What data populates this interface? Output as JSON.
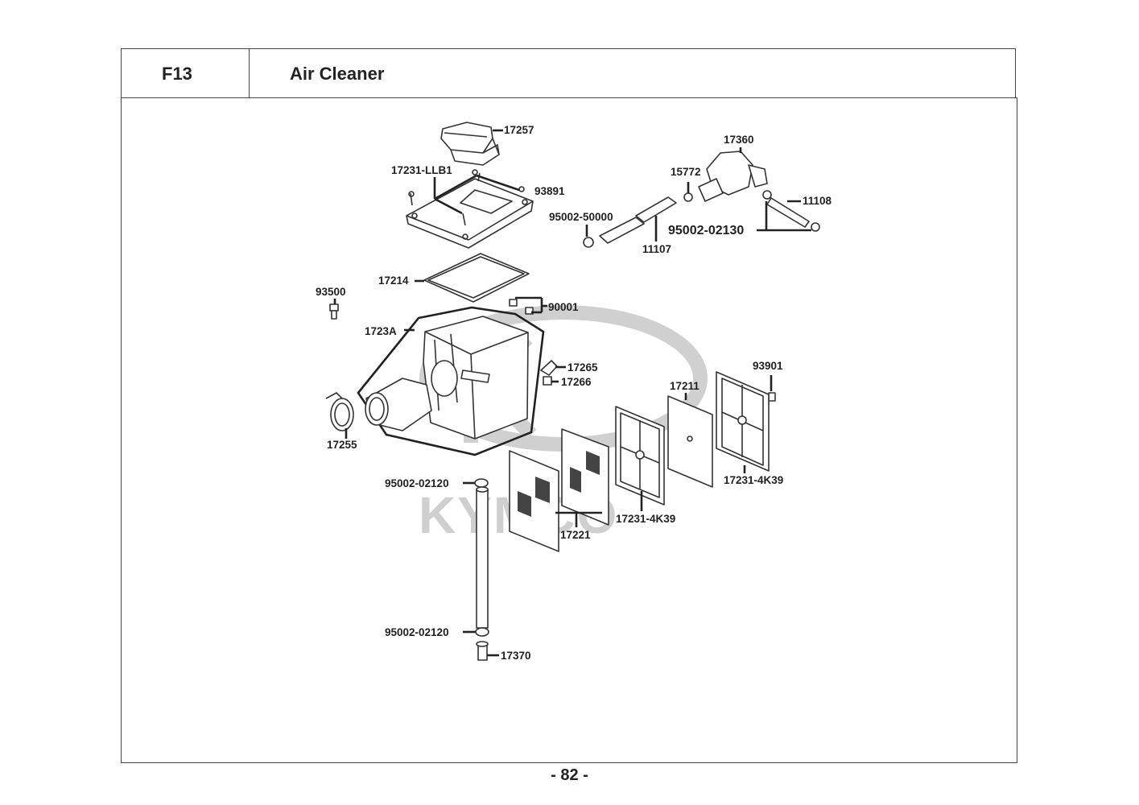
{
  "header": {
    "code": "F13",
    "title": "Air Cleaner"
  },
  "page_number": "- 82 -",
  "watermark": {
    "brand": "KYMCO"
  },
  "callouts": {
    "c17257": "17257",
    "c17231llb1": "17231-LLB1",
    "c93891": "93891",
    "c17360": "17360",
    "c15772": "15772",
    "c11108": "11108",
    "c9500250000": "95002-50000",
    "c9500202130": "95002-02130",
    "c11107": "11107",
    "c17214": "17214",
    "c93500": "93500",
    "c90001": "90001",
    "c1723a": "1723A",
    "c17265": "17265",
    "c17266": "17266",
    "c93901": "93901",
    "c17211": "17211",
    "c17255": "17255",
    "c17231_4k39_right": "17231-4K39",
    "c9500202120_top": "95002-02120",
    "c17231_4k39_mid": "17231-4K39",
    "c17221": "17221",
    "c9500202120_bottom": "95002-02120",
    "c17370": "17370"
  }
}
